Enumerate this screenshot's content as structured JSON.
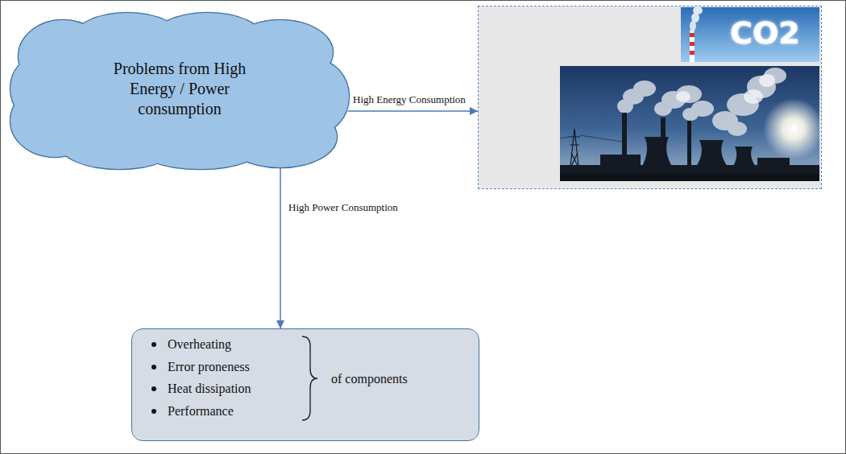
{
  "diagram": {
    "nodes": [
      {
        "text": [
          "Problems from High Energy / Power consumption"
        ]
      },
      {
        "text": [
          "CO2"
        ]
      },
      {
        "text": [
          "Overheating",
          "Error proneness",
          "Heat dissipation",
          "Performance",
          "of components"
        ]
      }
    ],
    "edges": [
      {
        "from": 0,
        "to": 1,
        "arrow": "to",
        "label": "High Energy Consumption"
      },
      {
        "from": 0,
        "to": 2,
        "arrow": "to",
        "label": "High Power Consumption"
      }
    ]
  }
}
